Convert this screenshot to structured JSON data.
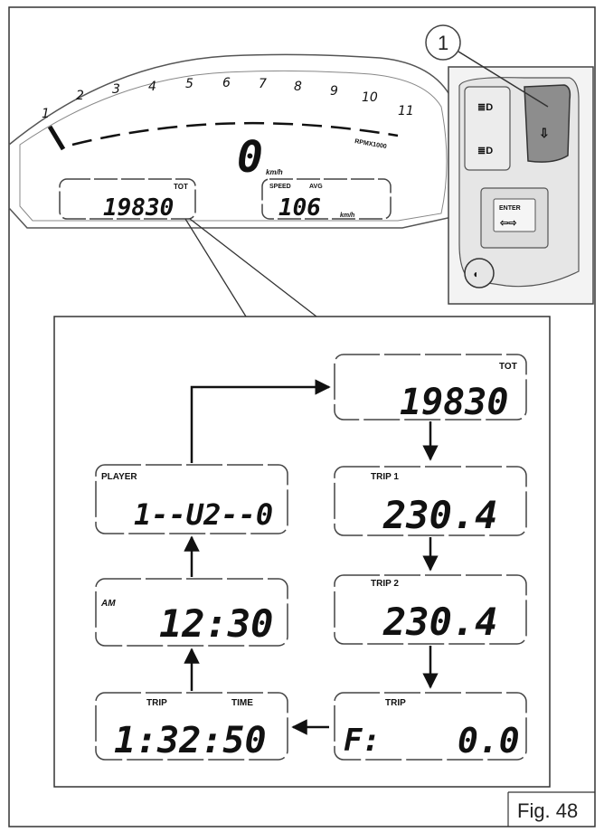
{
  "figure": {
    "caption": "Fig. 48"
  },
  "callout": {
    "number": "1"
  },
  "dashboard": {
    "tach_scale": [
      "1",
      "2",
      "3",
      "4",
      "5",
      "6",
      "7",
      "8",
      "9",
      "10",
      "11"
    ],
    "rpm_label": "RPMX1000",
    "speed_value": "0",
    "speed_unit": "km/h",
    "odometer_label": "TOT",
    "odometer_value": "19830",
    "avg_label_left": "SPEED",
    "avg_label_right": "AVG",
    "avg_value": "106",
    "avg_unit": "km/h"
  },
  "switch_panel": {
    "enter_label": "ENTER"
  },
  "cycle": {
    "tot": {
      "label": "TOT",
      "value": "19830"
    },
    "trip1": {
      "label": "TRIP 1",
      "value": "230.4"
    },
    "trip2": {
      "label": "TRIP  2",
      "value": "230.4"
    },
    "fuel": {
      "label": "TRIP",
      "prefix": "F:",
      "value": "0.0"
    },
    "triptime": {
      "label_left": "TRIP",
      "label_right": "TIME",
      "value": "1:32:50"
    },
    "clock": {
      "label": "AM",
      "value": "12:30"
    },
    "player": {
      "label": "PLAYER",
      "value": "1--U2--0"
    }
  }
}
